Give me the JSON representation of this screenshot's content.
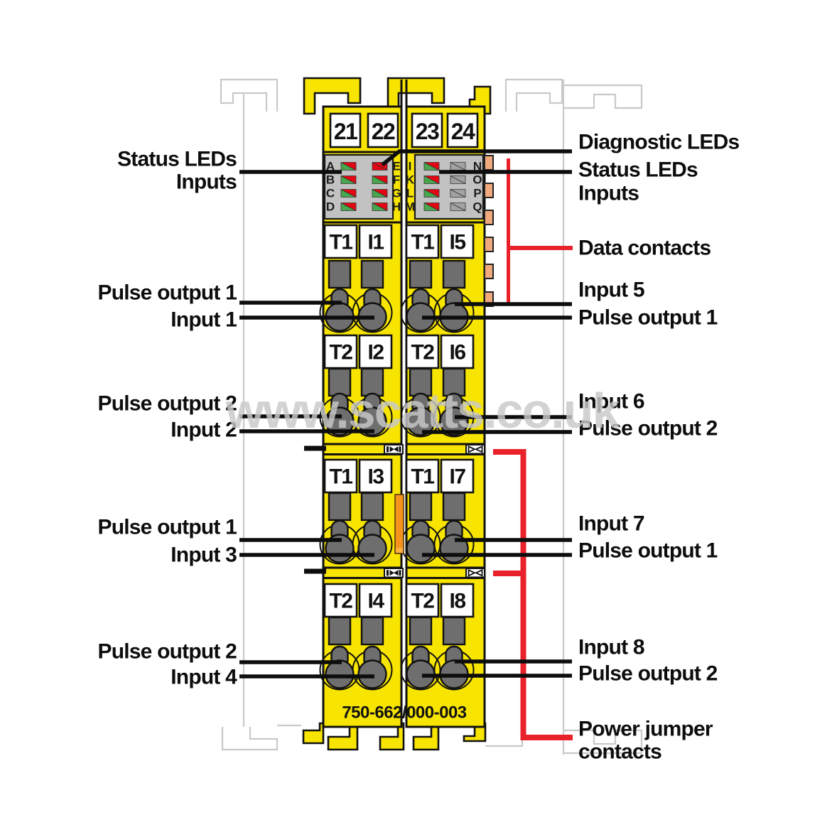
{
  "watermark": "www.scatts.co.uk",
  "part_number": "750-662/000-003",
  "terminal_numbers": [
    "21",
    "22",
    "23",
    "24"
  ],
  "led_letters": {
    "A_D": [
      "A",
      "B",
      "C",
      "D"
    ],
    "E_H": [
      "E",
      "F",
      "G",
      "H"
    ],
    "I_M": [
      "I",
      "K",
      "L",
      "M"
    ],
    "N_Q": [
      "N",
      "O",
      "P",
      "Q"
    ]
  },
  "led_states": {
    "left_col1": [
      "green-red",
      "green-red",
      "green-red",
      "green-red"
    ],
    "left_col2": [
      "red",
      "green-red",
      "green-red",
      "green-red"
    ],
    "right_col1": [
      "green-red",
      "green-red",
      "green-red",
      "green-red"
    ],
    "right_col2": [
      "off",
      "off",
      "off",
      "off"
    ]
  },
  "terminal_rows": [
    [
      "T1",
      "I1",
      "T1",
      "I5"
    ],
    [
      "T2",
      "I2",
      "T2",
      "I6"
    ],
    [
      "T1",
      "I3",
      "T1",
      "I7"
    ],
    [
      "T2",
      "I4",
      "T2",
      "I8"
    ]
  ],
  "callouts": {
    "left": {
      "status_leds": [
        "Status LEDs",
        "Inputs"
      ],
      "rows": [
        [
          "Pulse output 1",
          "Input 1"
        ],
        [
          "Pulse output 2",
          "Input 2"
        ],
        [
          "Pulse output 1",
          "Input 3"
        ],
        [
          "Pulse output 2",
          "Input 4"
        ]
      ]
    },
    "right": {
      "diagnostic_leds": "Diagnostic LEDs",
      "status_leds": [
        "Status LEDs",
        "Inputs"
      ],
      "data_contacts": "Data contacts",
      "rows": [
        [
          "Input 5",
          "Pulse output 1"
        ],
        [
          "Input 6",
          "Pulse output 2"
        ],
        [
          "Input 7",
          "Pulse output 1"
        ],
        [
          "Input 8",
          "Pulse output 2"
        ]
      ],
      "power_jumper": [
        "Power jumper",
        "contacts"
      ]
    }
  },
  "colors": {
    "module_yellow": "#f7e400",
    "callout_red": "#e8212b",
    "data_contact_orange": "#f1a97e",
    "slide_orange": "#f6921e",
    "connector_gray": "#6e6e6e",
    "led_panel_gray": "#c2c2c2",
    "led_green": "#48a64e",
    "led_red": "#e30613",
    "led_off_gray": "#a2a2a2",
    "ghost_gray": "#c9c9c9",
    "text_black": "#0d0d0d"
  }
}
